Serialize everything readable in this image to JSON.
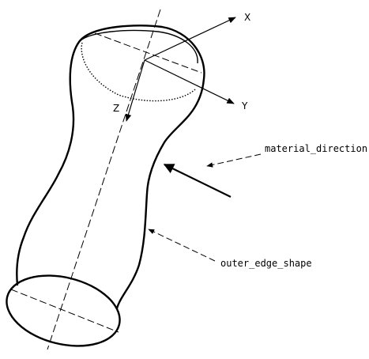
{
  "axes": {
    "x_label": "X",
    "y_label": "Y",
    "z_label": "Z"
  },
  "annotations": {
    "material_direction": "material_direction",
    "outer_edge_shape": "outer_edge_shape"
  },
  "colors": {
    "stroke": "#000000",
    "background": "#ffffff"
  }
}
